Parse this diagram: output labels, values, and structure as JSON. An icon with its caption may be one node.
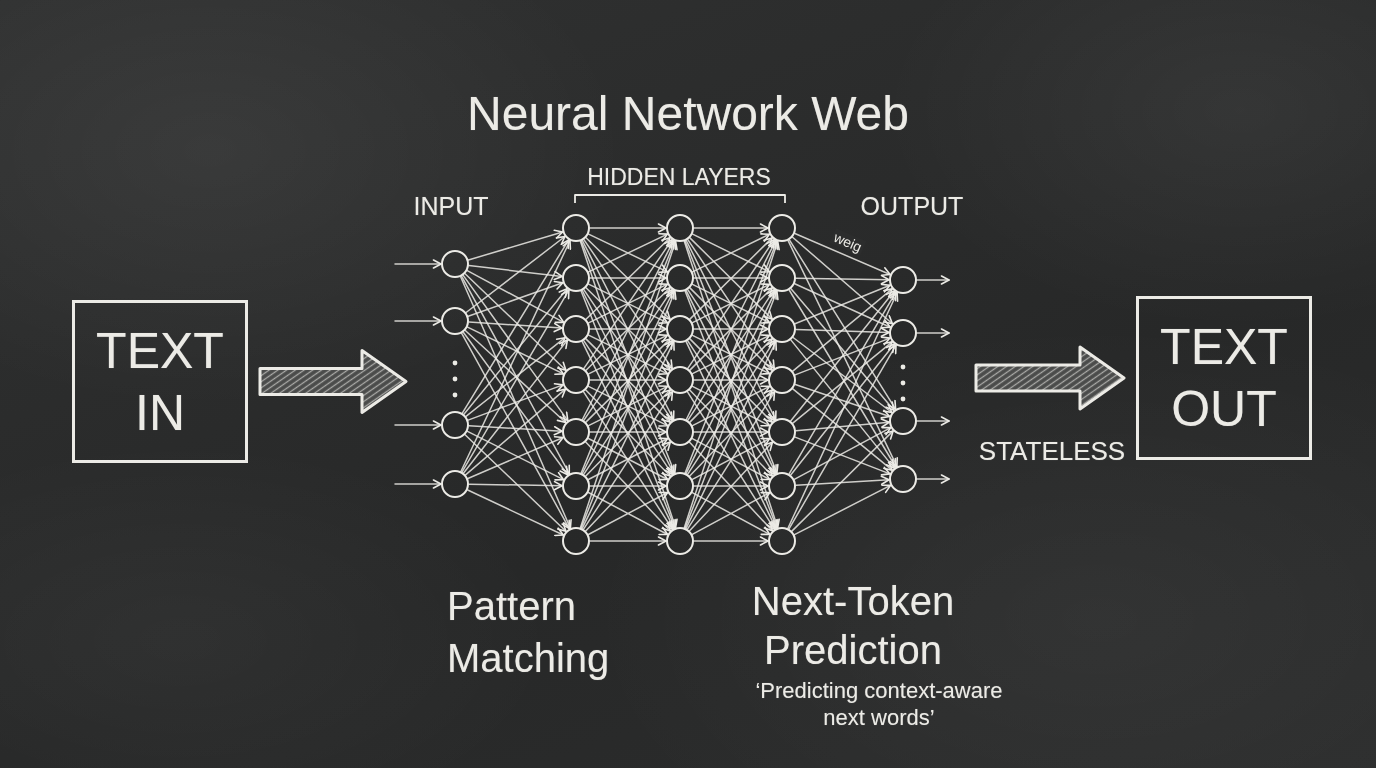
{
  "diagram": {
    "title": "Neural Network Web",
    "nodes": [
      {
        "text": [
          "TEXT IN"
        ]
      },
      {
        "text": [],
        "shape": "circle"
      },
      {
        "text": [],
        "shape": "circle"
      },
      {
        "text": [],
        "shape": "circle"
      },
      {
        "text": [],
        "shape": "circle"
      },
      {
        "text": [],
        "shape": "circle"
      },
      {
        "text": [],
        "shape": "circle"
      },
      {
        "text": [],
        "shape": "circle"
      },
      {
        "text": [],
        "shape": "circle"
      },
      {
        "text": [],
        "shape": "circle"
      },
      {
        "text": [],
        "shape": "circle"
      },
      {
        "text": [],
        "shape": "circle"
      },
      {
        "text": [],
        "shape": "circle"
      },
      {
        "text": [],
        "shape": "circle"
      },
      {
        "text": [],
        "shape": "circle"
      },
      {
        "text": [],
        "shape": "circle"
      },
      {
        "text": [],
        "shape": "circle"
      },
      {
        "text": [],
        "shape": "circle"
      },
      {
        "text": [],
        "shape": "circle"
      },
      {
        "text": [],
        "shape": "circle"
      },
      {
        "text": [],
        "shape": "circle"
      },
      {
        "text": [],
        "shape": "circle"
      },
      {
        "text": [],
        "shape": "circle"
      },
      {
        "text": [],
        "shape": "circle"
      },
      {
        "text": [],
        "shape": "circle"
      },
      {
        "text": [],
        "shape": "circle"
      },
      {
        "text": [],
        "shape": "circle"
      },
      {
        "text": [],
        "shape": "circle"
      },
      {
        "text": [],
        "shape": "circle"
      },
      {
        "text": [],
        "shape": "circle"
      },
      {
        "text": [
          "TEXT OUT"
        ]
      }
    ],
    "edges": [
      {
        "from": 0,
        "to": null,
        "arrow": "to",
        "style": "thick"
      },
      {
        "from": null,
        "to": 1,
        "arrow": "to"
      },
      {
        "from": null,
        "to": 2,
        "arrow": "to"
      },
      {
        "from": null,
        "to": 3,
        "arrow": "to"
      },
      {
        "from": null,
        "to": 4,
        "arrow": "to"
      },
      {
        "from": 1,
        "to": 5,
        "arrow": "to"
      },
      {
        "from": 1,
        "to": 6,
        "arrow": "to"
      },
      {
        "from": 1,
        "to": 7,
        "arrow": "to"
      },
      {
        "from": 1,
        "to": 8,
        "arrow": "to"
      },
      {
        "from": 1,
        "to": 9,
        "arrow": "to"
      },
      {
        "from": 1,
        "to": 10,
        "arrow": "to"
      },
      {
        "from": 1,
        "to": 11,
        "arrow": "to"
      },
      {
        "from": 2,
        "to": 5,
        "arrow": "to"
      },
      {
        "from": 2,
        "to": 6,
        "arrow": "to"
      },
      {
        "from": 2,
        "to": 7,
        "arrow": "to"
      },
      {
        "from": 2,
        "to": 8,
        "arrow": "to"
      },
      {
        "from": 2,
        "to": 9,
        "arrow": "to"
      },
      {
        "from": 2,
        "to": 10,
        "arrow": "to"
      },
      {
        "from": 2,
        "to": 11,
        "arrow": "to"
      },
      {
        "from": 3,
        "to": 5,
        "arrow": "to"
      },
      {
        "from": 3,
        "to": 6,
        "arrow": "to"
      },
      {
        "from": 3,
        "to": 7,
        "arrow": "to"
      },
      {
        "from": 3,
        "to": 8,
        "arrow": "to"
      },
      {
        "from": 3,
        "to": 9,
        "arrow": "to"
      },
      {
        "from": 3,
        "to": 10,
        "arrow": "to"
      },
      {
        "from": 3,
        "to": 11,
        "arrow": "to"
      },
      {
        "from": 4,
        "to": 5,
        "arrow": "to"
      },
      {
        "from": 4,
        "to": 6,
        "arrow": "to"
      },
      {
        "from": 4,
        "to": 7,
        "arrow": "to"
      },
      {
        "from": 4,
        "to": 8,
        "arrow": "to"
      },
      {
        "from": 4,
        "to": 9,
        "arrow": "to"
      },
      {
        "from": 4,
        "to": 10,
        "arrow": "to"
      },
      {
        "from": 4,
        "to": 11,
        "arrow": "to"
      },
      {
        "from": 5,
        "to": 12,
        "arrow": "to"
      },
      {
        "from": 5,
        "to": 13,
        "arrow": "to"
      },
      {
        "from": 5,
        "to": 14,
        "arrow": "to"
      },
      {
        "from": 5,
        "to": 15,
        "arrow": "to"
      },
      {
        "from": 5,
        "to": 16,
        "arrow": "to"
      },
      {
        "from": 5,
        "to": 17,
        "arrow": "to"
      },
      {
        "from": 5,
        "to": 18,
        "arrow": "to"
      },
      {
        "from": 6,
        "to": 12,
        "arrow": "to"
      },
      {
        "from": 6,
        "to": 13,
        "arrow": "to"
      },
      {
        "from": 6,
        "to": 14,
        "arrow": "to"
      },
      {
        "from": 6,
        "to": 15,
        "arrow": "to"
      },
      {
        "from": 6,
        "to": 16,
        "arrow": "to"
      },
      {
        "from": 6,
        "to": 17,
        "arrow": "to"
      },
      {
        "from": 6,
        "to": 18,
        "arrow": "to"
      },
      {
        "from": 7,
        "to": 12,
        "arrow": "to"
      },
      {
        "from": 7,
        "to": 13,
        "arrow": "to"
      },
      {
        "from": 7,
        "to": 14,
        "arrow": "to"
      },
      {
        "from": 7,
        "to": 15,
        "arrow": "to"
      },
      {
        "from": 7,
        "to": 16,
        "arrow": "to"
      },
      {
        "from": 7,
        "to": 17,
        "arrow": "to"
      },
      {
        "from": 7,
        "to": 18,
        "arrow": "to"
      },
      {
        "from": 8,
        "to": 12,
        "arrow": "to"
      },
      {
        "from": 8,
        "to": 13,
        "arrow": "to"
      },
      {
        "from": 8,
        "to": 14,
        "arrow": "to"
      },
      {
        "from": 8,
        "to": 15,
        "arrow": "to"
      },
      {
        "from": 8,
        "to": 16,
        "arrow": "to"
      },
      {
        "from": 8,
        "to": 17,
        "arrow": "to"
      },
      {
        "from": 8,
        "to": 18,
        "arrow": "to"
      },
      {
        "from": 9,
        "to": 12,
        "arrow": "to"
      },
      {
        "from": 9,
        "to": 13,
        "arrow": "to"
      },
      {
        "from": 9,
        "to": 14,
        "arrow": "to"
      },
      {
        "from": 9,
        "to": 15,
        "arrow": "to"
      },
      {
        "from": 9,
        "to": 16,
        "arrow": "to"
      },
      {
        "from": 9,
        "to": 17,
        "arrow": "to"
      },
      {
        "from": 9,
        "to": 18,
        "arrow": "to"
      },
      {
        "from": 10,
        "to": 12,
        "arrow": "to"
      },
      {
        "from": 10,
        "to": 13,
        "arrow": "to"
      },
      {
        "from": 10,
        "to": 14,
        "arrow": "to"
      },
      {
        "from": 10,
        "to": 15,
        "arrow": "to"
      },
      {
        "from": 10,
        "to": 16,
        "arrow": "to"
      },
      {
        "from": 10,
        "to": 17,
        "arrow": "to"
      },
      {
        "from": 10,
        "to": 18,
        "arrow": "to"
      },
      {
        "from": 11,
        "to": 12,
        "arrow": "to"
      },
      {
        "from": 11,
        "to": 13,
        "arrow": "to"
      },
      {
        "from": 11,
        "to": 14,
        "arrow": "to"
      },
      {
        "from": 11,
        "to": 15,
        "arrow": "to"
      },
      {
        "from": 11,
        "to": 16,
        "arrow": "to"
      },
      {
        "from": 11,
        "to": 17,
        "arrow": "to"
      },
      {
        "from": 11,
        "to": 18,
        "arrow": "to"
      },
      {
        "from": 12,
        "to": 19,
        "arrow": "to"
      },
      {
        "from": 12,
        "to": 20,
        "arrow": "to"
      },
      {
        "from": 12,
        "to": 21,
        "arrow": "to"
      },
      {
        "from": 12,
        "to": 22,
        "arrow": "to"
      },
      {
        "from": 12,
        "to": 23,
        "arrow": "to"
      },
      {
        "from": 12,
        "to": 24,
        "arrow": "to"
      },
      {
        "from": 12,
        "to": 25,
        "arrow": "to"
      },
      {
        "from": 13,
        "to": 19,
        "arrow": "to"
      },
      {
        "from": 13,
        "to": 20,
        "arrow": "to"
      },
      {
        "from": 13,
        "to": 21,
        "arrow": "to"
      },
      {
        "from": 13,
        "to": 22,
        "arrow": "to"
      },
      {
        "from": 13,
        "to": 23,
        "arrow": "to"
      },
      {
        "from": 13,
        "to": 24,
        "arrow": "to"
      },
      {
        "from": 13,
        "to": 25,
        "arrow": "to"
      },
      {
        "from": 14,
        "to": 19,
        "arrow": "to"
      },
      {
        "from": 14,
        "to": 20,
        "arrow": "to"
      },
      {
        "from": 14,
        "to": 21,
        "arrow": "to"
      },
      {
        "from": 14,
        "to": 22,
        "arrow": "to"
      },
      {
        "from": 14,
        "to": 23,
        "arrow": "to"
      },
      {
        "from": 14,
        "to": 24,
        "arrow": "to"
      },
      {
        "from": 14,
        "to": 25,
        "arrow": "to"
      },
      {
        "from": 15,
        "to": 19,
        "arrow": "to"
      },
      {
        "from": 15,
        "to": 20,
        "arrow": "to"
      },
      {
        "from": 15,
        "to": 21,
        "arrow": "to"
      },
      {
        "from": 15,
        "to": 22,
        "arrow": "to"
      },
      {
        "from": 15,
        "to": 23,
        "arrow": "to"
      },
      {
        "from": 15,
        "to": 24,
        "arrow": "to"
      },
      {
        "from": 15,
        "to": 25,
        "arrow": "to"
      },
      {
        "from": 16,
        "to": 19,
        "arrow": "to"
      },
      {
        "from": 16,
        "to": 20,
        "arrow": "to"
      },
      {
        "from": 16,
        "to": 21,
        "arrow": "to"
      },
      {
        "from": 16,
        "to": 22,
        "arrow": "to"
      },
      {
        "from": 16,
        "to": 23,
        "arrow": "to"
      },
      {
        "from": 16,
        "to": 24,
        "arrow": "to"
      },
      {
        "from": 16,
        "to": 25,
        "arrow": "to"
      },
      {
        "from": 17,
        "to": 19,
        "arrow": "to"
      },
      {
        "from": 17,
        "to": 20,
        "arrow": "to"
      },
      {
        "from": 17,
        "to": 21,
        "arrow": "to"
      },
      {
        "from": 17,
        "to": 22,
        "arrow": "to"
      },
      {
        "from": 17,
        "to": 23,
        "arrow": "to"
      },
      {
        "from": 17,
        "to": 24,
        "arrow": "to"
      },
      {
        "from": 17,
        "to": 25,
        "arrow": "to"
      },
      {
        "from": 18,
        "to": 19,
        "arrow": "to"
      },
      {
        "from": 18,
        "to": 20,
        "arrow": "to"
      },
      {
        "from": 18,
        "to": 21,
        "arrow": "to"
      },
      {
        "from": 18,
        "to": 22,
        "arrow": "to"
      },
      {
        "from": 18,
        "to": 23,
        "arrow": "to"
      },
      {
        "from": 18,
        "to": 24,
        "arrow": "to"
      },
      {
        "from": 18,
        "to": 25,
        "arrow": "to"
      },
      {
        "from": 19,
        "to": 26,
        "arrow": "to",
        "label": "weig"
      },
      {
        "from": 19,
        "to": 27,
        "arrow": "to"
      },
      {
        "from": 19,
        "to": 28,
        "arrow": "to"
      },
      {
        "from": 19,
        "to": 29,
        "arrow": "to"
      },
      {
        "from": 20,
        "to": 26,
        "arrow": "to"
      },
      {
        "from": 20,
        "to": 27,
        "arrow": "to"
      },
      {
        "from": 20,
        "to": 28,
        "arrow": "to"
      },
      {
        "from": 20,
        "to": 29,
        "arrow": "to"
      },
      {
        "from": 21,
        "to": 26,
        "arrow": "to"
      },
      {
        "from": 21,
        "to": 27,
        "arrow": "to"
      },
      {
        "from": 21,
        "to": 28,
        "arrow": "to"
      },
      {
        "from": 21,
        "to": 29,
        "arrow": "to"
      },
      {
        "from": 22,
        "to": 26,
        "arrow": "to"
      },
      {
        "from": 22,
        "to": 27,
        "arrow": "to"
      },
      {
        "from": 22,
        "to": 28,
        "arrow": "to"
      },
      {
        "from": 22,
        "to": 29,
        "arrow": "to"
      },
      {
        "from": 23,
        "to": 26,
        "arrow": "to"
      },
      {
        "from": 23,
        "to": 27,
        "arrow": "to"
      },
      {
        "from": 23,
        "to": 28,
        "arrow": "to"
      },
      {
        "from": 23,
        "to": 29,
        "arrow": "to"
      },
      {
        "from": 24,
        "to": 26,
        "arrow": "to"
      },
      {
        "from": 24,
        "to": 27,
        "arrow": "to"
      },
      {
        "from": 24,
        "to": 28,
        "arrow": "to"
      },
      {
        "from": 24,
        "to": 29,
        "arrow": "to"
      },
      {
        "from": 25,
        "to": 26,
        "arrow": "to"
      },
      {
        "from": 25,
        "to": 27,
        "arrow": "to"
      },
      {
        "from": 25,
        "to": 28,
        "arrow": "to"
      },
      {
        "from": 25,
        "to": 29,
        "arrow": "to"
      },
      {
        "from": 26,
        "to": null,
        "arrow": "to"
      },
      {
        "from": 27,
        "to": null,
        "arrow": "to"
      },
      {
        "from": 28,
        "to": null,
        "arrow": "to"
      },
      {
        "from": 29,
        "to": null,
        "arrow": "to"
      },
      {
        "from": null,
        "to": 30,
        "arrow": "to",
        "style": "thick"
      }
    ],
    "labels": [
      "INPUT",
      "HIDDEN LAYERS",
      "OUTPUT",
      "STATELESS",
      "Pattern Matching",
      "Next-Token Prediction",
      "‘Predicting context-aware next words’"
    ]
  }
}
